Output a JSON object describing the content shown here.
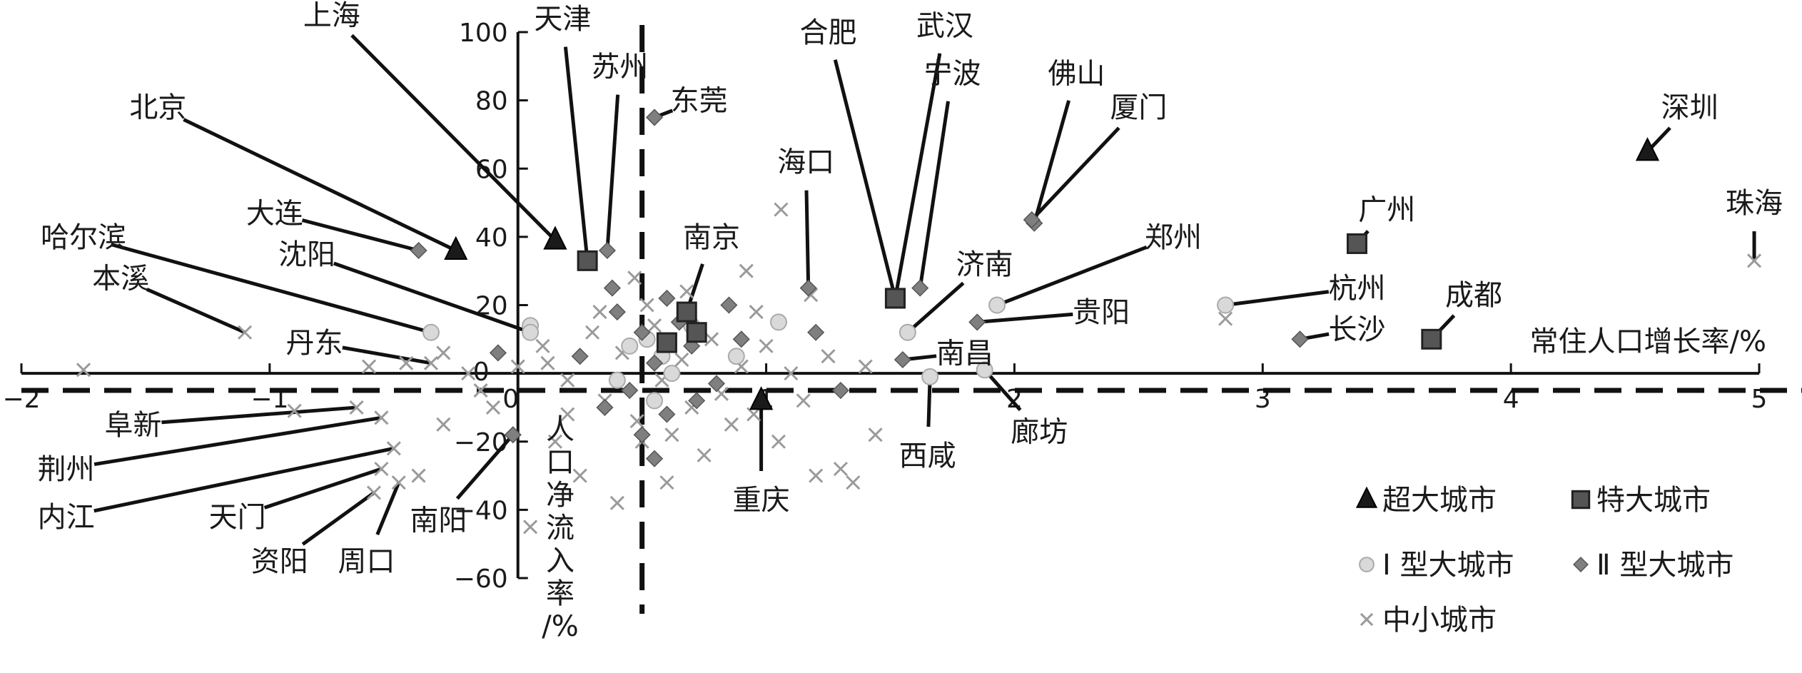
{
  "chart_data": {
    "type": "scatter",
    "title": "",
    "xlabel": "常住人口增长率/%",
    "ylabel": "人口净流入率/%",
    "xlim": [
      -2,
      5
    ],
    "ylim": [
      -60,
      100
    ],
    "x_ticks": [
      -2,
      -1,
      0,
      1,
      2,
      3,
      4,
      5
    ],
    "x_tick_labels": [
      "−2",
      "−1",
      "0",
      "1",
      "2",
      "3",
      "4",
      "5"
    ],
    "y_ticks": [
      -60,
      -40,
      -20,
      0,
      20,
      40,
      60,
      80,
      100
    ],
    "y_tick_labels": [
      "−60",
      "−40",
      "−20",
      "0",
      "20",
      "40",
      "60",
      "80",
      "100"
    ],
    "mean_lines": {
      "x": 0.5,
      "y": -5
    },
    "legend": {
      "placement": "bottom-right",
      "entries": [
        {
          "key": "super",
          "label": "超大城市",
          "marker": "triangle"
        },
        {
          "key": "mega",
          "label": "特大城市",
          "marker": "square"
        },
        {
          "key": "large1",
          "label": "Ⅰ 型大城市",
          "marker": "circle"
        },
        {
          "key": "large2",
          "label": "Ⅱ 型大城市",
          "marker": "diamond"
        },
        {
          "key": "small",
          "label": "中小城市",
          "marker": "cross"
        }
      ]
    },
    "colors": {
      "super": "#1a1a1a",
      "mega": "#555555",
      "large1": "#d9d9d9",
      "large2": "#7f7f7f",
      "small": "#9a9a9a"
    },
    "labeled_points": [
      {
        "name": "上海",
        "category": "super",
        "x": 0.15,
        "y": 39,
        "label_x": -0.75,
        "label_y": 105
      },
      {
        "name": "北京",
        "category": "super",
        "x": -0.25,
        "y": 36,
        "label_x": -1.45,
        "label_y": 78
      },
      {
        "name": "天津",
        "category": "mega",
        "x": 0.28,
        "y": 33,
        "label_x": 0.18,
        "label_y": 104
      },
      {
        "name": "苏州",
        "category": "large2",
        "x": 0.36,
        "y": 36,
        "label_x": 0.41,
        "label_y": 90
      },
      {
        "name": "东莞",
        "category": "large2",
        "x": 0.55,
        "y": 75,
        "label_x": 0.73,
        "label_y": 80
      },
      {
        "name": "合肥",
        "category": "mega",
        "x": 1.52,
        "y": 22,
        "label_x": 1.25,
        "label_y": 100
      },
      {
        "name": "武汉",
        "category": "mega",
        "x": 1.52,
        "y": 22,
        "label_x": 1.72,
        "label_y": 102
      },
      {
        "name": "宁波",
        "category": "large2",
        "x": 1.62,
        "y": 25,
        "label_x": 1.75,
        "label_y": 88
      },
      {
        "name": "佛山",
        "category": "large2",
        "x": 2.08,
        "y": 44,
        "label_x": 2.25,
        "label_y": 88
      },
      {
        "name": "厦门",
        "category": "large2",
        "x": 2.07,
        "y": 45,
        "label_x": 2.5,
        "label_y": 78
      },
      {
        "name": "深圳",
        "category": "super",
        "x": 4.55,
        "y": 65,
        "label_x": 4.72,
        "label_y": 78
      },
      {
        "name": "珠海",
        "category": "small",
        "x": 4.98,
        "y": 33,
        "label_x": 4.98,
        "label_y": 50
      },
      {
        "name": "海口",
        "category": "large2",
        "x": 1.17,
        "y": 25,
        "label_x": 1.16,
        "label_y": 62
      },
      {
        "name": "南京",
        "category": "mega",
        "x": 0.68,
        "y": 18,
        "label_x": 0.78,
        "label_y": 40
      },
      {
        "name": "济南",
        "category": "large1",
        "x": 1.57,
        "y": 12,
        "label_x": 1.88,
        "label_y": 32
      },
      {
        "name": "郑州",
        "category": "large1",
        "x": 1.93,
        "y": 20,
        "label_x": 2.64,
        "label_y": 40
      },
      {
        "name": "广州",
        "category": "mega",
        "x": 3.38,
        "y": 38,
        "label_x": 3.5,
        "label_y": 48
      },
      {
        "name": "哈尔滨",
        "category": "large1",
        "x": -0.35,
        "y": 12,
        "label_x": -1.75,
        "label_y": 40
      },
      {
        "name": "大连",
        "category": "large2",
        "x": -0.4,
        "y": 36,
        "label_x": -0.98,
        "label_y": 47
      },
      {
        "name": "沈阳",
        "category": "large1",
        "x": 0.05,
        "y": 12,
        "label_x": -0.85,
        "label_y": 35
      },
      {
        "name": "本溪",
        "category": "small",
        "x": -1.1,
        "y": 12,
        "label_x": -1.6,
        "label_y": 28
      },
      {
        "name": "贵阳",
        "category": "large2",
        "x": 1.85,
        "y": 15,
        "label_x": 2.35,
        "label_y": 18
      },
      {
        "name": "杭州",
        "category": "large1",
        "x": 2.85,
        "y": 20,
        "label_x": 3.38,
        "label_y": 25
      },
      {
        "name": "成都",
        "category": "mega",
        "x": 3.68,
        "y": 10,
        "label_x": 3.85,
        "label_y": 23
      },
      {
        "name": "长沙",
        "category": "large2",
        "x": 3.15,
        "y": 10,
        "label_x": 3.38,
        "label_y": 13
      },
      {
        "name": "丹东",
        "category": "small",
        "x": -0.35,
        "y": 3,
        "label_x": -0.82,
        "label_y": 9
      },
      {
        "name": "南昌",
        "category": "large2",
        "x": 1.55,
        "y": 4,
        "label_x": 1.8,
        "label_y": 6
      },
      {
        "name": "阜新",
        "category": "small",
        "x": -0.65,
        "y": -10,
        "label_x": -1.55,
        "label_y": -15
      },
      {
        "name": "荆州",
        "category": "small",
        "x": -0.55,
        "y": -13,
        "label_x": -1.82,
        "label_y": -28
      },
      {
        "name": "内江",
        "category": "small",
        "x": -0.5,
        "y": -22,
        "label_x": -1.82,
        "label_y": -42
      },
      {
        "name": "天门",
        "category": "small",
        "x": -0.55,
        "y": -28,
        "label_x": -1.13,
        "label_y": -42
      },
      {
        "name": "资阳",
        "category": "small",
        "x": -0.58,
        "y": -35,
        "label_x": -0.96,
        "label_y": -55
      },
      {
        "name": "周口",
        "category": "small",
        "x": -0.48,
        "y": -32,
        "label_x": -0.61,
        "label_y": -55
      },
      {
        "name": "南阳",
        "category": "large2",
        "x": -0.02,
        "y": -18,
        "label_x": -0.32,
        "label_y": -43
      },
      {
        "name": "重庆",
        "category": "super",
        "x": 0.98,
        "y": -8,
        "label_x": 0.98,
        "label_y": -37
      },
      {
        "name": "西咸",
        "category": "large1",
        "x": 1.66,
        "y": -1,
        "label_x": 1.65,
        "label_y": -24
      },
      {
        "name": "廊坊",
        "category": "large1",
        "x": 1.88,
        "y": 1,
        "label_x": 2.1,
        "label_y": -17
      }
    ],
    "unlabeled_points": [
      {
        "category": "large2",
        "x": 0.5,
        "y": 12
      },
      {
        "category": "large2",
        "x": 0.55,
        "y": 3
      },
      {
        "category": "large2",
        "x": 0.45,
        "y": -5
      },
      {
        "category": "large2",
        "x": 0.6,
        "y": -12
      },
      {
        "category": "large2",
        "x": 0.4,
        "y": 18
      },
      {
        "category": "large2",
        "x": 0.7,
        "y": 8
      },
      {
        "category": "large2",
        "x": 0.35,
        "y": -10
      },
      {
        "category": "large2",
        "x": 0.65,
        "y": 15
      },
      {
        "category": "large2",
        "x": 0.25,
        "y": 5
      },
      {
        "category": "large2",
        "x": 0.9,
        "y": 10
      },
      {
        "category": "large2",
        "x": 0.8,
        "y": -3
      },
      {
        "category": "large2",
        "x": 0.55,
        "y": -25
      },
      {
        "category": "large2",
        "x": 0.6,
        "y": 22
      },
      {
        "category": "large2",
        "x": 0.85,
        "y": 20
      },
      {
        "category": "large2",
        "x": 1.2,
        "y": 12
      },
      {
        "category": "large2",
        "x": 1.3,
        "y": -5
      },
      {
        "category": "large2",
        "x": 0.38,
        "y": 25
      },
      {
        "category": "large2",
        "x": -0.08,
        "y": 6
      },
      {
        "category": "large2",
        "x": 0.5,
        "y": -18
      },
      {
        "category": "large2",
        "x": 0.72,
        "y": -8
      },
      {
        "category": "large1",
        "x": 0.45,
        "y": 8
      },
      {
        "category": "large1",
        "x": 0.62,
        "y": 0
      },
      {
        "category": "large1",
        "x": 0.7,
        "y": 14
      },
      {
        "category": "large1",
        "x": 0.55,
        "y": -8
      },
      {
        "category": "large1",
        "x": 0.4,
        "y": -2
      },
      {
        "category": "large1",
        "x": 0.05,
        "y": 14
      },
      {
        "category": "large1",
        "x": 1.05,
        "y": 15
      },
      {
        "category": "large1",
        "x": 0.88,
        "y": 5
      },
      {
        "category": "large1",
        "x": 0.52,
        "y": 10
      },
      {
        "category": "large1",
        "x": 0.58,
        "y": 5
      },
      {
        "category": "mega",
        "x": 0.72,
        "y": 12
      },
      {
        "category": "mega",
        "x": 0.6,
        "y": 9
      },
      {
        "category": "small",
        "x": -1.75,
        "y": 1
      },
      {
        "category": "small",
        "x": -0.9,
        "y": -11
      },
      {
        "category": "small",
        "x": -0.6,
        "y": 2
      },
      {
        "category": "small",
        "x": -0.45,
        "y": 3
      },
      {
        "category": "small",
        "x": -0.3,
        "y": 6
      },
      {
        "category": "small",
        "x": -0.2,
        "y": 0
      },
      {
        "category": "small",
        "x": -0.15,
        "y": -5
      },
      {
        "category": "small",
        "x": -0.3,
        "y": -15
      },
      {
        "category": "small",
        "x": -0.1,
        "y": -10
      },
      {
        "category": "small",
        "x": 0.0,
        "y": 2
      },
      {
        "category": "small",
        "x": 0.1,
        "y": 8
      },
      {
        "category": "small",
        "x": 0.2,
        "y": -2
      },
      {
        "category": "small",
        "x": 0.3,
        "y": 12
      },
      {
        "category": "small",
        "x": 0.35,
        "y": -8
      },
      {
        "category": "small",
        "x": 0.42,
        "y": 6
      },
      {
        "category": "small",
        "x": 0.48,
        "y": -14
      },
      {
        "category": "small",
        "x": 0.5,
        "y": -20
      },
      {
        "category": "small",
        "x": 0.52,
        "y": 20
      },
      {
        "category": "small",
        "x": 0.58,
        "y": -2
      },
      {
        "category": "small",
        "x": 0.62,
        "y": -18
      },
      {
        "category": "small",
        "x": 0.66,
        "y": 4
      },
      {
        "category": "small",
        "x": 0.7,
        "y": -10
      },
      {
        "category": "small",
        "x": 0.75,
        "y": -24
      },
      {
        "category": "small",
        "x": 0.78,
        "y": 10
      },
      {
        "category": "small",
        "x": 0.82,
        "y": -6
      },
      {
        "category": "small",
        "x": 0.86,
        "y": -15
      },
      {
        "category": "small",
        "x": 0.9,
        "y": 2
      },
      {
        "category": "small",
        "x": 0.95,
        "y": -12
      },
      {
        "category": "small",
        "x": 1.0,
        "y": 8
      },
      {
        "category": "small",
        "x": 1.05,
        "y": -20
      },
      {
        "category": "small",
        "x": 1.1,
        "y": 0
      },
      {
        "category": "small",
        "x": 1.15,
        "y": -8
      },
      {
        "category": "small",
        "x": 1.2,
        "y": -30
      },
      {
        "category": "small",
        "x": 1.25,
        "y": 5
      },
      {
        "category": "small",
        "x": 1.3,
        "y": -28
      },
      {
        "category": "small",
        "x": 1.35,
        "y": -32
      },
      {
        "category": "small",
        "x": 1.4,
        "y": 2
      },
      {
        "category": "small",
        "x": 1.06,
        "y": 48
      },
      {
        "category": "small",
        "x": 0.96,
        "y": 18
      },
      {
        "category": "small",
        "x": 1.18,
        "y": 23
      },
      {
        "category": "small",
        "x": 0.92,
        "y": 30
      },
      {
        "category": "small",
        "x": 0.4,
        "y": -38
      },
      {
        "category": "small",
        "x": 0.25,
        "y": -30
      },
      {
        "category": "small",
        "x": 0.6,
        "y": -32
      },
      {
        "category": "small",
        "x": 0.15,
        "y": -20
      },
      {
        "category": "small",
        "x": -0.4,
        "y": -30
      },
      {
        "category": "small",
        "x": 0.05,
        "y": -45
      },
      {
        "category": "small",
        "x": 0.33,
        "y": 18
      },
      {
        "category": "small",
        "x": 0.47,
        "y": 28
      },
      {
        "category": "small",
        "x": 0.55,
        "y": 14
      },
      {
        "category": "small",
        "x": 0.68,
        "y": 24
      },
      {
        "category": "small",
        "x": 1.44,
        "y": -18
      },
      {
        "category": "small",
        "x": 2.85,
        "y": 16
      },
      {
        "category": "small",
        "x": 0.2,
        "y": -12
      },
      {
        "category": "small",
        "x": 0.12,
        "y": 3
      }
    ]
  }
}
